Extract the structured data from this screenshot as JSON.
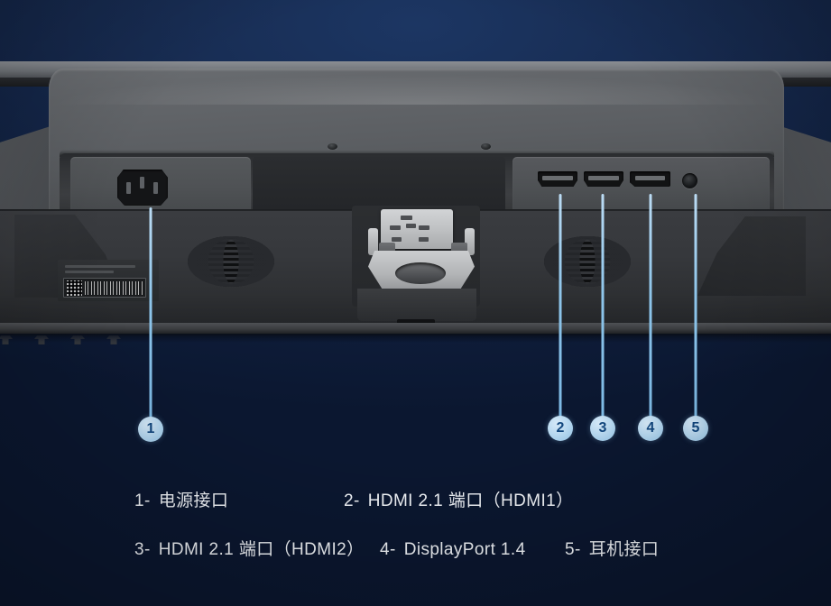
{
  "scene": {
    "title": "Monitor rear I/O port callout diagram",
    "background_color": "#16294d",
    "accent_color": "#8ec5ea"
  },
  "device": {
    "name": "computer-monitor-rear",
    "body_color": "#5b5e62",
    "chassis_color": "#2e3033"
  },
  "callouts": [
    {
      "number": "1",
      "target": "power-connector"
    },
    {
      "number": "2",
      "target": "hdmi-port-1"
    },
    {
      "number": "3",
      "target": "hdmi-port-2"
    },
    {
      "number": "4",
      "target": "displayport"
    },
    {
      "number": "5",
      "target": "headphone-jack"
    }
  ],
  "legend": {
    "row1": [
      {
        "num": "1-",
        "text": "电源接口"
      },
      {
        "num": "2-",
        "text": "HDMI 2.1 端口（HDMI1）"
      }
    ],
    "row2": [
      {
        "num": "3-",
        "text": "HDMI 2.1 端口（HDMI2）"
      },
      {
        "num": "4-",
        "text": "DisplayPort 1.4"
      },
      {
        "num": "5-",
        "text": "耳机接口"
      }
    ]
  }
}
